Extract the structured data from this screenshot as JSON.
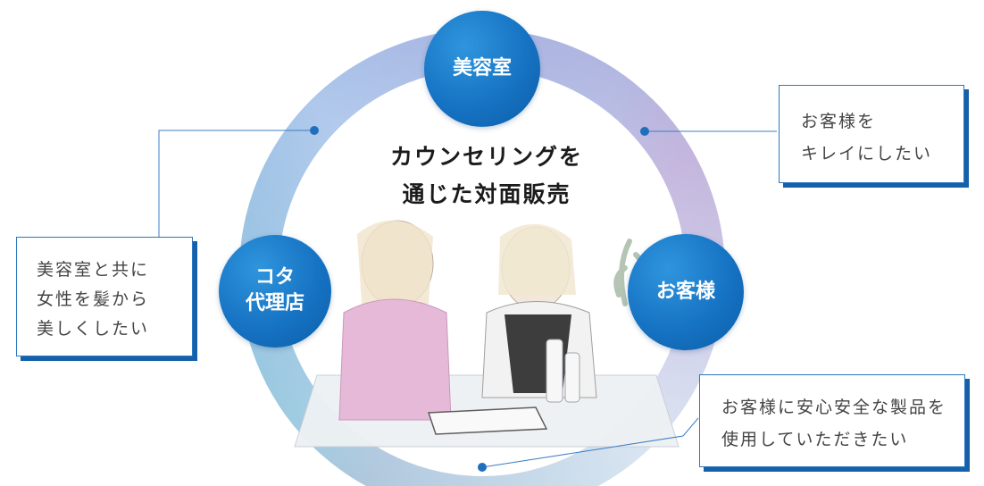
{
  "title_lines": [
    "カウンセリングを",
    "通じた対面販売"
  ],
  "nodes": {
    "salon": {
      "label": "美容室"
    },
    "agency": {
      "line1": "コタ",
      "line2": "代理店"
    },
    "customer": {
      "label": "お客様"
    }
  },
  "callouts": {
    "customer_wish": {
      "lines": [
        "お客様を",
        "キレイにしたい"
      ]
    },
    "agency_wish": {
      "lines": [
        "美容室と共に",
        "女性を髪から",
        "美しくしたい"
      ]
    },
    "salon_wish": {
      "lines": [
        "お客様に安心安全な製品を",
        "使用していただきたい"
      ]
    }
  },
  "colors": {
    "node_blue": "#1673c3",
    "ring_blue": "#6fa0dc",
    "ring_purple": "#b29bd0",
    "ring_teal": "#8fd0d6",
    "callout_border": "#2a78c2",
    "callout_shadow": "#1560a8"
  }
}
